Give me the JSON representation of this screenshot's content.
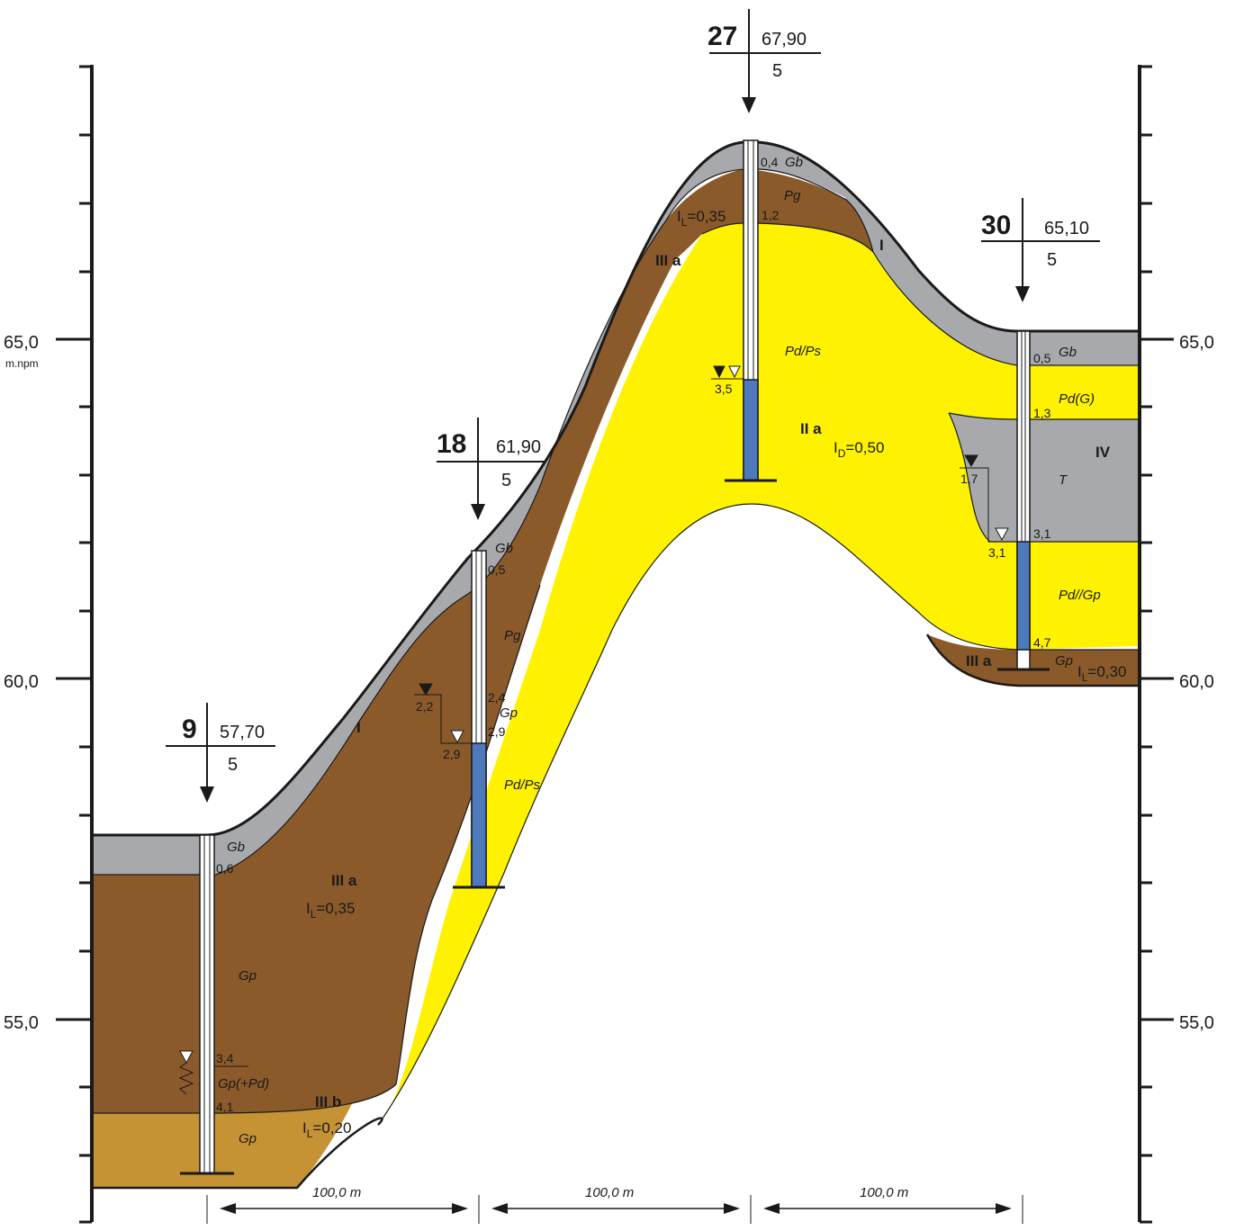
{
  "axes": {
    "left_labels": [
      "65,0",
      "60,0",
      "55,0"
    ],
    "left_unit": "m.npm",
    "right_labels": [
      "65,0",
      "60,0",
      "55,0"
    ]
  },
  "boreholes": [
    {
      "no": "9",
      "elevation": "57,70",
      "depth": "5"
    },
    {
      "no": "18",
      "elevation": "61,90",
      "depth": "5"
    },
    {
      "no": "27",
      "elevation": "67,90",
      "depth": "5"
    },
    {
      "no": "30",
      "elevation": "65,10",
      "depth": "5"
    }
  ],
  "depth_marks": {
    "bh9": [
      "0,6",
      "3,4",
      "4,1"
    ],
    "bh18": [
      "0,5",
      "2,4",
      "2,9",
      "2,2",
      "2,9"
    ],
    "bh27": [
      "0,4",
      "1,2",
      "3,5"
    ],
    "bh30": [
      "0,5",
      "1,3",
      "3,1",
      "4,7",
      "1,7",
      "3,1"
    ]
  },
  "soils": {
    "gb": "Gb",
    "pg": "Pg",
    "gp": "Gp",
    "gp_pd": "Gp(+Pd)",
    "pd_ps": "Pd/Ps",
    "pd_g": "Pd(G)",
    "t": "T",
    "pd_gp": "Pd//Gp"
  },
  "layers": {
    "I": "I",
    "IIa": "II a",
    "IIIa": "III a",
    "IIIb": "III b",
    "IV": "IV"
  },
  "indices": {
    "il_prefix": "I",
    "il_sub": "L",
    "id_sub": "D",
    "il_035": "=0,35",
    "il_020": "=0,20",
    "il_030": "=0,30",
    "id_050": "=0,50"
  },
  "distances": [
    "100,0 m",
    "100,0 m",
    "100,0 m"
  ],
  "colors": {
    "gray": "#a7a9ac",
    "brown": "#8b5a2b",
    "tan": "#c69334",
    "yellow": "#fff200",
    "water": "#4f79bd"
  }
}
